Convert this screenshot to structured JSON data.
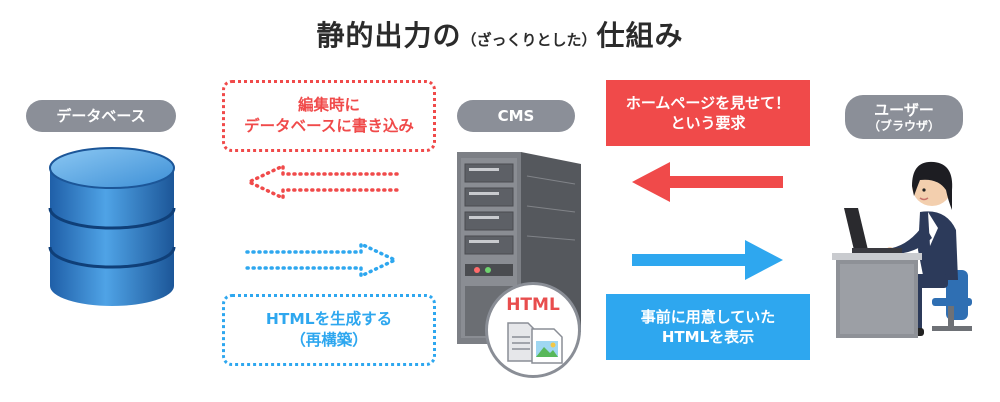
{
  "title": {
    "main": "静的出力の",
    "paren": "（ざっくりとした）",
    "end": "仕組み"
  },
  "colors": {
    "red": "#f04a4a",
    "blue": "#2ea7ef",
    "pill": "#8b8f98",
    "db": "#2f7fc4",
    "server": "#6e7176"
  },
  "database": {
    "label": "データベース",
    "icon": "database-icon"
  },
  "cms": {
    "label": "CMS",
    "icon": "server-icon",
    "badge_label": "HTML",
    "file_icon": "html-file-icon"
  },
  "user": {
    "label": "ユーザー",
    "sub": "（ブラウザ）",
    "icon": "user-at-computer-icon"
  },
  "edit_box": {
    "line1": "編集時に",
    "line2": "データベースに書き込み"
  },
  "generate_box": {
    "line1": "HTMLを生成する",
    "line2": "（再構築）"
  },
  "request_box": {
    "line1": "ホームページを見せて！",
    "line2": "という要求"
  },
  "display_box": {
    "line1": "事前に用意していた",
    "line2": "HTMLを表示"
  }
}
